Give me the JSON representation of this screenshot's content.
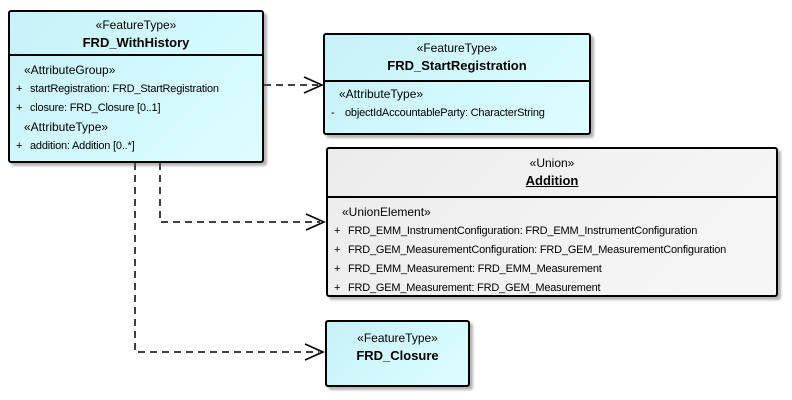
{
  "diagram_title": "FRD_WithHistory dependency diagram",
  "colors": {
    "feature_fill": "#d2f9fe",
    "union_fill": "#f0f0f0",
    "border": "#000000",
    "background": "#ffffff",
    "text": "#000000"
  },
  "boxes": {
    "withHistory": {
      "stereotype": "«FeatureType»",
      "name": "FRD_WithHistory",
      "rows": [
        {
          "vis": "",
          "text": "«AttributeGroup»"
        },
        {
          "vis": "+",
          "text": "startRegistration: FRD_StartRegistration"
        },
        {
          "vis": "+",
          "text": "closure: FRD_Closure [0..1]"
        },
        {
          "vis": "",
          "text": "«AttributeType»"
        },
        {
          "vis": "+",
          "text": "addition: Addition [0..*]"
        }
      ]
    },
    "startRegistration": {
      "stereotype": "«FeatureType»",
      "name": "FRD_StartRegistration",
      "rows": [
        {
          "vis": "",
          "text": "«AttributeType»"
        },
        {
          "vis": "-",
          "text": "objectIdAccountableParty: CharacterString"
        }
      ]
    },
    "addition": {
      "stereotype": "«Union»",
      "name": "Addition",
      "rows": [
        {
          "vis": "",
          "text": "«UnionElement»"
        },
        {
          "vis": "+",
          "text": "FRD_EMM_InstrumentConfiguration: FRD_EMM_InstrumentConfiguration"
        },
        {
          "vis": "+",
          "text": "FRD_GEM_MeasurementConfiguration: FRD_GEM_MeasurementConfiguration"
        },
        {
          "vis": "+",
          "text": "FRD_EMM_Measurement: FRD_EMM_Measurement"
        },
        {
          "vis": "+",
          "text": "FRD_GEM_Measurement: FRD_GEM_Measurement"
        }
      ]
    },
    "closure": {
      "stereotype": "«FeatureType»",
      "name": "FRD_Closure",
      "rows": []
    }
  },
  "connectors": [
    {
      "type": "dependency",
      "from": "FRD_WithHistory",
      "to": "FRD_StartRegistration"
    },
    {
      "type": "dependency",
      "from": "FRD_WithHistory",
      "to": "Addition"
    },
    {
      "type": "dependency",
      "from": "FRD_WithHistory",
      "to": "FRD_Closure"
    }
  ]
}
